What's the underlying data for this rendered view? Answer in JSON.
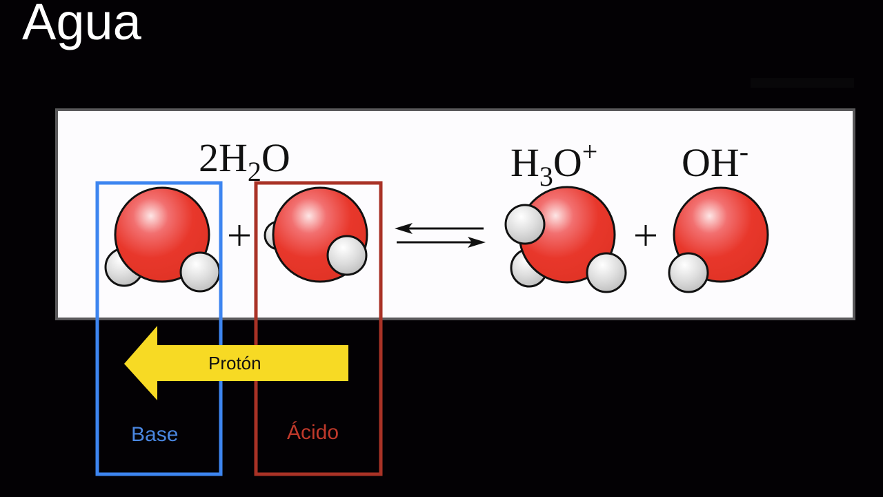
{
  "title": "Agua",
  "equation": {
    "reactant": {
      "coef": "2",
      "el1": "H",
      "sub": "2",
      "el2": "O"
    },
    "products": [
      {
        "el1": "H",
        "sub": "3",
        "el2": "O",
        "charge": "+"
      },
      {
        "el1": "OH",
        "charge": "-"
      }
    ],
    "plus_signs": [
      "+",
      "+"
    ],
    "arrow": "equilibrium"
  },
  "labels": {
    "base": "Base",
    "acid": "Ácido",
    "proton": "Protón"
  },
  "colors": {
    "background": "#030104",
    "panel": "#fdfcfe",
    "panel_border": "#5a595b",
    "base_box": "#3d85f0",
    "acid_box": "#a93226",
    "base_text": "#4a86e0",
    "acid_text": "#c0392b",
    "proton_arrow": "#f7da24",
    "oxygen": "#e8372b",
    "hydrogen": "#d8d8d8"
  },
  "molecules": [
    {
      "name": "water-base",
      "formula": "H2O"
    },
    {
      "name": "water-acid",
      "formula": "H2O"
    },
    {
      "name": "hydronium",
      "formula": "H3O+"
    },
    {
      "name": "hydroxide",
      "formula": "OH-"
    }
  ]
}
